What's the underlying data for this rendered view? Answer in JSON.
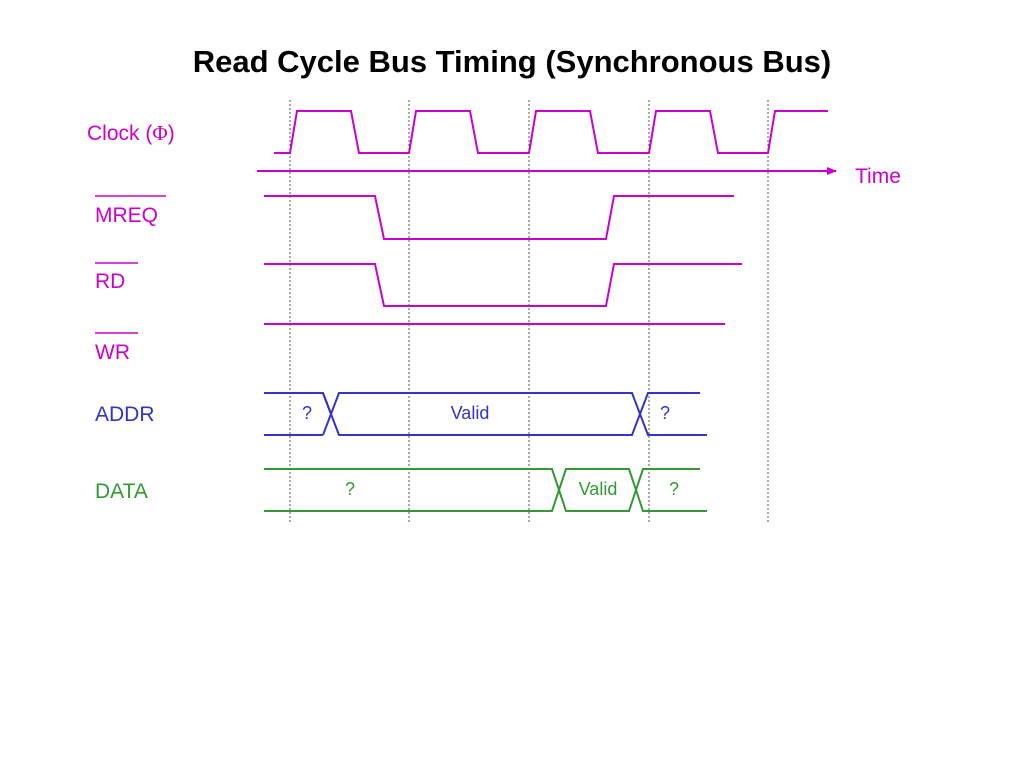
{
  "title": "Read Cycle Bus Timing (Synchronous Bus)",
  "colors": {
    "control": "#cc00cc",
    "address": "#3333cc",
    "data": "#339933",
    "gridline": "#555555",
    "title": "#000000"
  },
  "signals": {
    "clock": {
      "label_text": "Clock  (",
      "label_symbol": "Φ",
      "label_close": ")"
    },
    "time_label": "Time",
    "mreq": {
      "label": "MREQ",
      "active_low": true
    },
    "rd": {
      "label": "RD",
      "active_low": true
    },
    "wr": {
      "label": "WR",
      "active_low": true
    },
    "addr": {
      "label": "ADDR",
      "segments": [
        "?",
        "Valid",
        "?"
      ]
    },
    "data": {
      "label": "DATA",
      "segments": [
        "?",
        "Valid",
        "?"
      ]
    }
  }
}
